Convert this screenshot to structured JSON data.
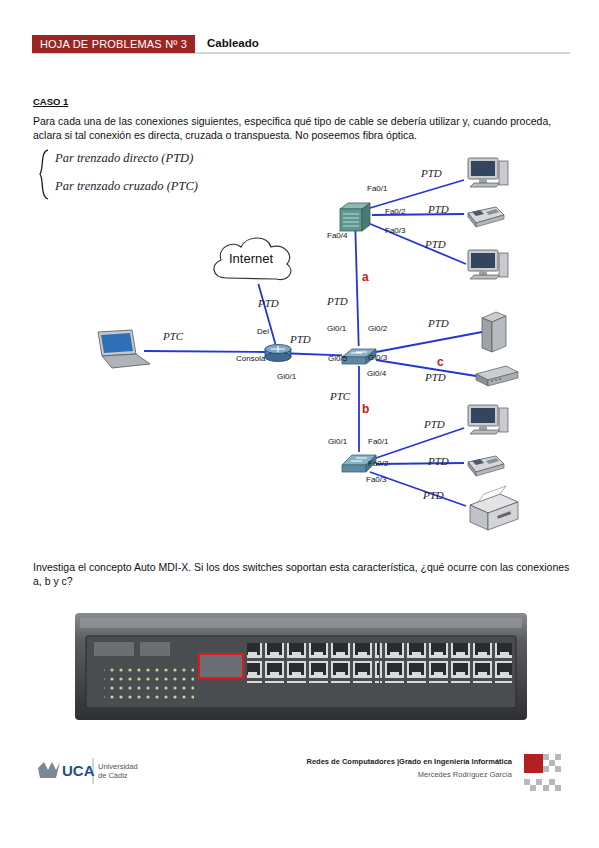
{
  "diagram": {
    "nodes": [
      {
        "text": [
          "HOJA DE PROBLEMAS Nº 3"
        ]
      },
      {
        "text": [
          "Internet"
        ]
      },
      {
        "text": [
          "Fa0/1",
          "Fa0/2",
          "Fa0/3",
          "Fa0/4"
        ]
      },
      {
        "text": [
          "Del",
          "Consola",
          "Gi0/1"
        ]
      },
      {
        "text": [
          "Gi0/1",
          "Gi0/2",
          "Gi0/5",
          "Gi0/3",
          "Gi0/4"
        ]
      },
      {
        "text": [
          "Gi0/1",
          "Fa0/1",
          "Fa0/2",
          "Fa0/3"
        ]
      }
    ],
    "edges": [
      {
        "from": 1,
        "to": 3,
        "arrow": "none",
        "label": "PTD"
      },
      {
        "from": 3,
        "to": 4,
        "arrow": "none",
        "label": "PTD"
      },
      {
        "from": 2,
        "to": 4,
        "arrow": "none",
        "label": "a"
      },
      {
        "from": 4,
        "to": 5,
        "arrow": "none",
        "label": "b"
      }
    ],
    "labels": [
      "Cableado",
      "CASO 1",
      "Para cada una de las conexiones siguientes, especifica qué tipo de cable se debería utilizar y, cuando proceda, aclara si tal conexión es directa, cruzada o transpuesta. No poseemos fibra óptica.",
      "Par trenzado directo (PTD)",
      "Par trenzado cruzado (PTC)",
      "PTD",
      "PTD",
      "PTD",
      "PTD",
      "PTC",
      "PTD",
      "c",
      "PTD",
      "PTC",
      "PTD",
      "PTD",
      "PTD",
      "Investiga el concepto Auto MDI-X. Si los dos switches soportan esta característica, ¿qué ocurre con las conexiones a, b y c?",
      "UCA",
      "Universidad de Cádiz",
      "Redes de Computadores |Grado en Ingeniería Informática",
      "Mercedes Rodríguez García"
    ]
  }
}
